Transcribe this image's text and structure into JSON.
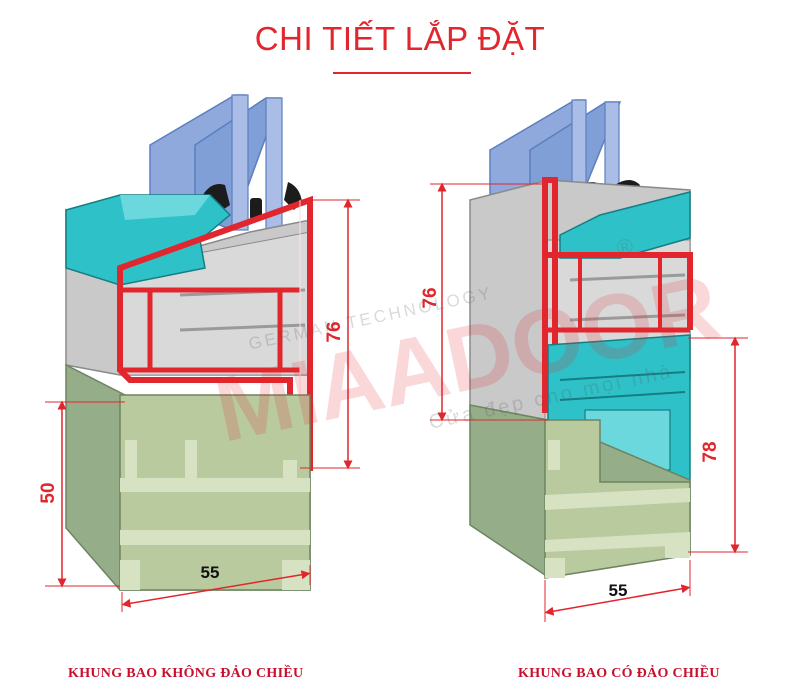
{
  "title": "CHI TIẾT LẮP ĐẶT",
  "captions": {
    "left": "KHUNG BAO KHÔNG ĐẢO CHIỀU",
    "right": "KHUNG BAO CÓ ĐẢO CHIỀU"
  },
  "watermark": {
    "brand": "MIAADOOR",
    "tagline": "GERMAN TECHNOLOGY",
    "slogan": "Cửa đẹp cho mọi nhà",
    "registered": "®"
  },
  "dimensions": {
    "left": {
      "height_sash": "76",
      "height_frame": "50",
      "width": "55"
    },
    "right": {
      "height_sash": "76",
      "height_frame": "78",
      "width": "55"
    }
  },
  "colors": {
    "accent_red": "#e1262d",
    "glass_blue": "#7f9fd6",
    "frame_green": "#96ad8a",
    "sash_grey": "#c9c9c9",
    "teal_bead": "#2ec2c8",
    "gasket_black": "#1c1c1c"
  }
}
